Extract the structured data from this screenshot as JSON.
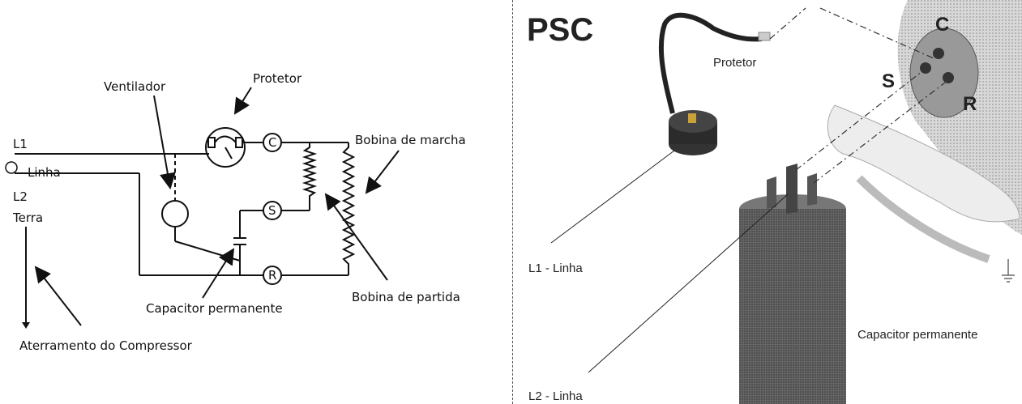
{
  "left": {
    "labels": {
      "ventilador": "Ventilador",
      "protetor": "Protetor",
      "l1": "L1",
      "linha": "Linha",
      "l2": "L2",
      "terra": "Terra",
      "bobina_marcha": "Bobina de marcha",
      "bobina_partida": "Bobina de partida",
      "capacitor": "Capacitor permanente",
      "aterramento": "Aterramento do Compressor"
    },
    "terminals": {
      "c": "C",
      "s": "S",
      "r": "R"
    }
  },
  "right": {
    "title": "PSC",
    "labels": {
      "protetor": "Protetor",
      "l1": "L1 - Linha",
      "l2": "L2 - Linha",
      "capacitor": "Capacitor permanente"
    },
    "terminals": {
      "c": "C",
      "s": "S",
      "r": "R"
    }
  }
}
